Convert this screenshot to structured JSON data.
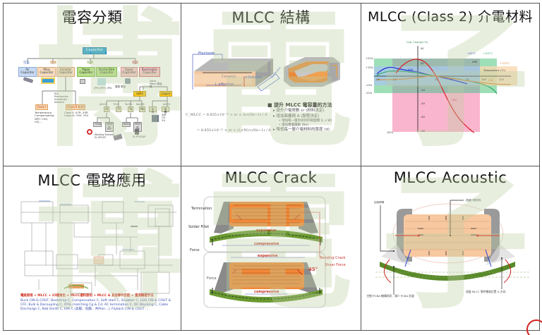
{
  "panels": {
    "classification": {
      "title": "電容分類",
      "root": "Capacitor",
      "groups": [
        "空氣",
        "無機",
        "有機",
        "電解"
      ],
      "types": [
        "Air Capacitor",
        "Mica Capacitor",
        "Ceramic Capacitor",
        "Paper Capacitor",
        "Plastic Film Capacitor",
        "Super Capacitor",
        "Electrolytic Capacitor"
      ],
      "eia_note": "EIA Electronics Industries Alliance",
      "class1": "Class I",
      "class1_desc": "Temperature Compensating NP0: C0G, U2J...",
      "class23": "Class II & III",
      "class23_desc": "Class II: X7R, X5R Class III: Y5V, Y5U",
      "valve_metal": "Valve Metal 閥金屬",
      "solid": "Solid",
      "liquid": "Liquid",
      "oxides": [
        "Al2O3",
        "TiO2",
        "Ta2O5",
        "Nb2O5",
        "Al2O3"
      ],
      "leaf_labels": [
        "Al",
        "Ti",
        "Ta",
        "Nb",
        "水系",
        "有機"
      ],
      "sub_labels": [
        "TCNQ",
        "PEDT or PPY",
        "MnO2",
        "PEDT or PPY"
      ],
      "winding_label": "Winding Stacked EL-SPCAP",
      "oscap_label": "EL-POSCAP",
      "film_notes": "(PP) (PET) (PS)",
      "super_notes": "雙層 電容",
      "liquid_notes": "水系 1% 5%"
    },
    "structure": {
      "title": "MLCC 結構",
      "diagram_labels": {
        "electrode": "Electrode",
        "ceramic": "Ceramic",
        "distance": "d Distance",
        "l_effective": "L effective",
        "w_effective": "W effective"
      },
      "formula_line1": "C_MLCC = 8.855×10⁻¹² × εr × A×(Ne−1) / d",
      "formula_line2": "= 8.855×10⁻¹² × εr × (L×W)×(Ne−1) / d",
      "bullets": {
        "main": "提升 MLCC 電容量的方法",
        "items": [
          "提升介電常數 εr (材料決定)",
          "增加面疊積 A (製程決定)",
          "降低每一層介電材料的厚度 (d)"
        ],
        "subitems": [
          "增加每一層有效的印刷面積 (L x W)",
          "增加疊層層數 (Ne)"
        ]
      }
    },
    "dielectric": {
      "title": "MLCC (Class 2) 介電材料"
    },
    "application": {
      "title": "MLCC 電路應用",
      "summary_red": "電路原理 + MLCC + 25種角色 + MLCC選料原則 + MLCC & 其他零件匹配 + 量測驗證手法",
      "summary_blue": "Buck CIN & COUT, Bootstrap C, Compensation C, Soft start C, Snubber C, LDO CIN & COUT & CFF, Bulk & Decoupling C, XTAL matching Cg & Cd, AC termination C, DC Blocking C, Cable Discharge C, Bob Smith C, EMI C (高壓、低壓、共Plan...), Flyback CIN & COUT ..."
    },
    "crack": {
      "title": "MLCC Crack",
      "labels": {
        "termination": "Termination",
        "solder_fillet": "Solder Fillet",
        "force_top": "Force",
        "force_bottom": "Force",
        "expansive_top": "expansive",
        "compressive_top": "compressive",
        "expansive_bottom": "expansive",
        "compressive_bottom": "compressive",
        "bending_crack": "Bending Crack",
        "shear_force": "Shear Force",
        "angle": "45°"
      }
    },
    "acoustic": {
      "title": "MLCC Acoustic",
      "labels": {
        "control_solder": "控制焊錫",
        "change_material": "改變介電材料",
        "control_pcba": "控制 PCBA 機構形狀、減少 PCBA 形變",
        "change_position": "改變 MLCC 零件擺放位置 & 方向"
      }
    }
  },
  "chart_data": {
    "type": "line",
    "title": "MLCC (Class 2) 介電材料",
    "xlabel": "Temperature (°C)",
    "ylabel": "Cap. Change (%)",
    "x_ticks": [
      -55,
      -25,
      0,
      25,
      50,
      75,
      100,
      125
    ],
    "y_ticks": [
      40,
      20,
      0,
      -20,
      -40,
      -60,
      -80
    ],
    "y_side_labels": [
      "+22%",
      "+15%",
      "-15%",
      "-22%",
      "-82%"
    ],
    "xlim": [
      -55,
      125
    ],
    "ylim": [
      -85,
      45
    ],
    "bands": [
      {
        "name": "X5R",
        "xrange": [
          -55,
          85
        ],
        "yrange": [
          -15,
          15
        ],
        "color": "#a8c8e8"
      },
      {
        "name": "X7R",
        "xrange": [
          -55,
          125
        ],
        "yrange": [
          -15,
          15
        ]
      },
      {
        "name": "X6S",
        "xrange": [
          -55,
          105
        ],
        "yrange": [
          -22,
          22
        ],
        "color": "#7fd4a0"
      },
      {
        "name": "Y5V",
        "xrange": [
          -30,
          85
        ],
        "yrange": [
          -82,
          22
        ],
        "color": "#f8a8c4"
      },
      {
        "name": "X8R",
        "xrange": [
          -55,
          150
        ],
        "yrange": [
          -15,
          15
        ],
        "color": "#f8d8b0"
      }
    ],
    "legend": [
      "+85°C",
      "+105°C",
      "+125°C",
      "X5R",
      "X6S",
      "Y5V",
      "X7R"
    ],
    "series": [
      {
        "name": "X5R (blue)",
        "color": "#2030d0",
        "x": [
          -55,
          -45,
          -35,
          -25,
          -10,
          0,
          25,
          50,
          75
        ],
        "y": [
          2,
          9,
          12,
          11,
          8,
          6,
          0,
          -4,
          -8
        ]
      },
      {
        "name": "X7R (green)",
        "color": "#20a060",
        "x": [
          -55,
          -35,
          -25,
          0,
          25,
          50,
          75,
          100,
          105
        ],
        "y": [
          3,
          6,
          7,
          5,
          0,
          -5,
          -10,
          -18,
          -22
        ]
      },
      {
        "name": "Y5V (red)",
        "color": "#d82020",
        "x": [
          -30,
          -20,
          -10,
          0,
          10,
          25,
          40,
          55,
          70,
          85
        ],
        "y": [
          5,
          15,
          22,
          22,
          15,
          0,
          -25,
          -50,
          -70,
          -82
        ]
      },
      {
        "name": "X8R (orange)",
        "color": "#e08030",
        "x": [
          -55,
          -25,
          0,
          25,
          50,
          75,
          100,
          125
        ],
        "y": [
          -6,
          -5,
          -2,
          0,
          -1,
          -5,
          -10,
          -12
        ]
      }
    ]
  }
}
